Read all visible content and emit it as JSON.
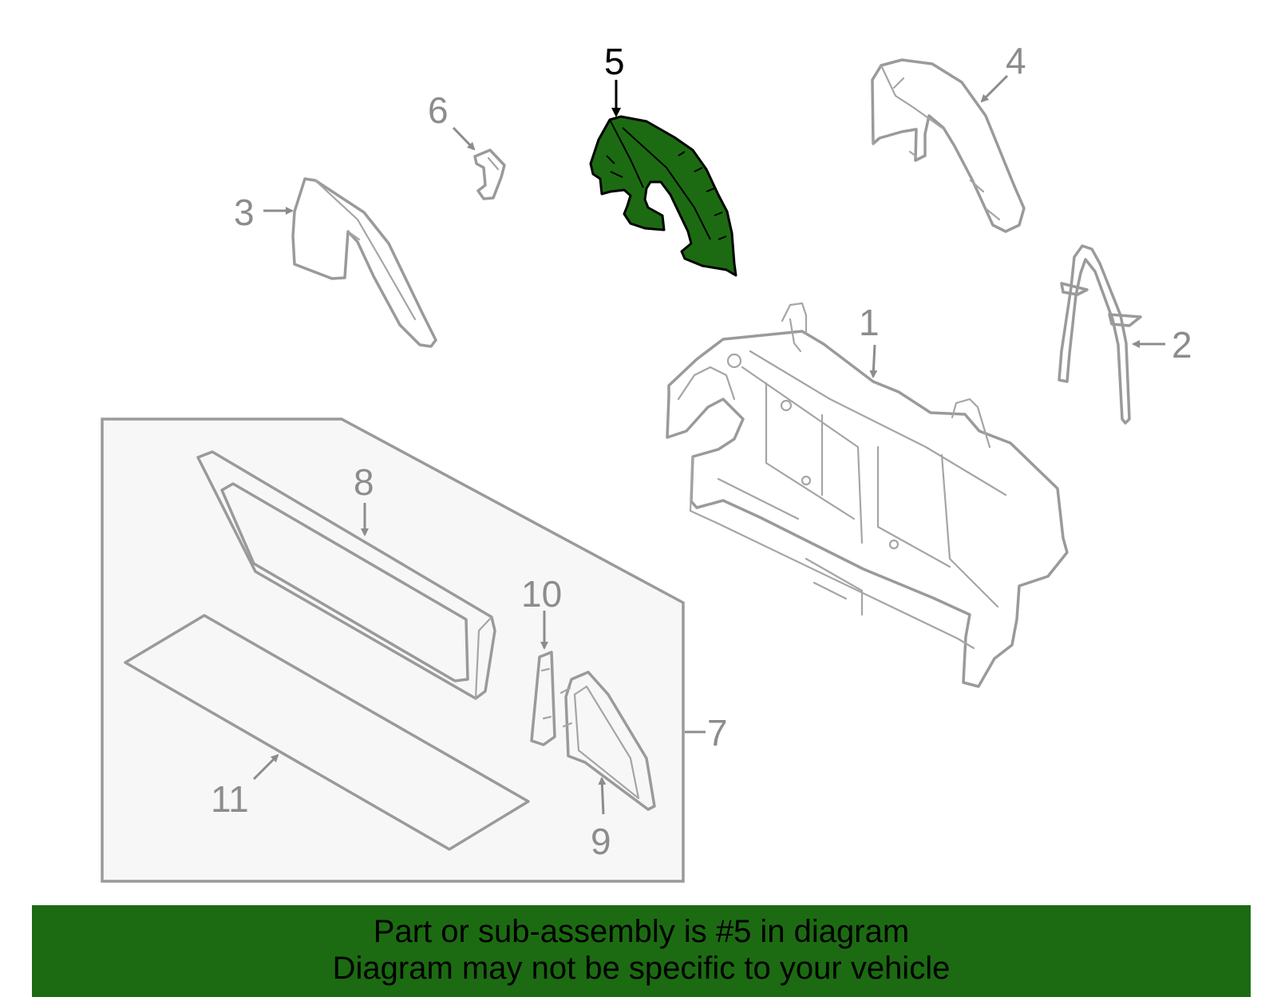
{
  "callouts": {
    "c1": "1",
    "c2": "2",
    "c3": "3",
    "c4": "4",
    "c5": "5",
    "c6": "6",
    "c7": "7",
    "c8": "8",
    "c9": "9",
    "c10": "10",
    "c11": "11"
  },
  "banner": {
    "line1": "Part or sub-assembly is #5 in diagram",
    "line2": "Diagram may not be specific to your vehicle"
  },
  "colors": {
    "highlight": "#1c6b12",
    "banner_background": "#1c6b12",
    "part_outline": "#9a9a9a",
    "inset_background": "#f7f7f7"
  }
}
